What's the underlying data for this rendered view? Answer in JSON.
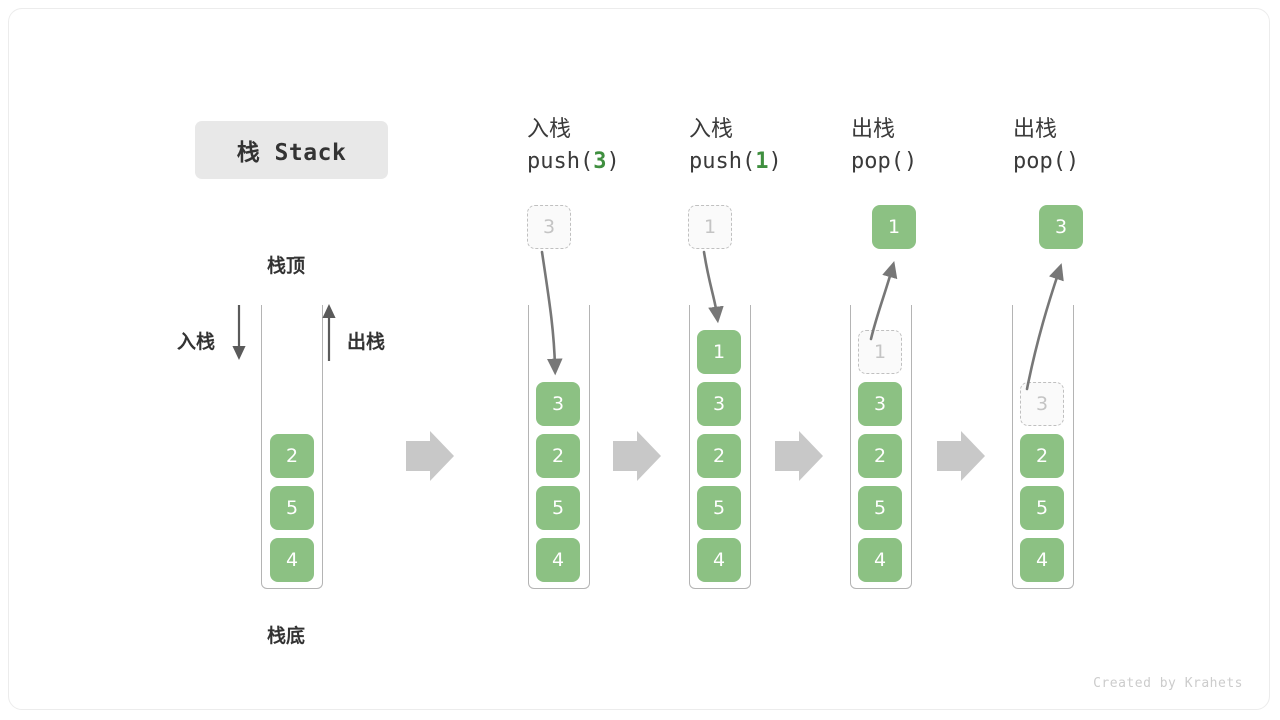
{
  "title_badge": "栈 Stack",
  "credit": "Created by Krahets",
  "legend": {
    "top_label": "栈顶",
    "bottom_label": "栈底",
    "push_label": "入栈",
    "pop_label": "出栈"
  },
  "colors": {
    "element_green": "#8cc183",
    "element_text": "#ffffff",
    "ghost_fill": "#fafafa",
    "ghost_border": "#c0c0c0",
    "ghost_text": "#c4c4c4",
    "container_border": "#b4b4b4",
    "step_arrow": "#c8c8c8",
    "curve_arrow": "#777777",
    "badge_bg": "#e8e8e8",
    "accent_arg": "#3f8f3f"
  },
  "columns": [
    {
      "id": "initial",
      "header_cjk": "",
      "header_code": "",
      "header_arg": "",
      "stack": [
        "2",
        "5",
        "4"
      ],
      "floating": null,
      "ghost_index": null
    },
    {
      "id": "push-3",
      "header_cjk": "入栈",
      "header_code_prefix": "push(",
      "header_arg": "3",
      "header_code_suffix": ")",
      "stack": [
        "3",
        "2",
        "5",
        "4"
      ],
      "floating": {
        "value": "3",
        "style": "ghost"
      },
      "direction": "down"
    },
    {
      "id": "push-1",
      "header_cjk": "入栈",
      "header_code_prefix": "push(",
      "header_arg": "1",
      "header_code_suffix": ")",
      "stack": [
        "1",
        "3",
        "2",
        "5",
        "4"
      ],
      "floating": {
        "value": "1",
        "style": "ghost"
      },
      "direction": "down"
    },
    {
      "id": "pop-1",
      "header_cjk": "出栈",
      "header_code_prefix": "pop(",
      "header_arg": "",
      "header_code_suffix": ")",
      "stack": [
        "1",
        "3",
        "2",
        "5",
        "4"
      ],
      "stack_ghost_index": 0,
      "floating": {
        "value": "1",
        "style": "solid"
      },
      "direction": "up"
    },
    {
      "id": "pop-2",
      "header_cjk": "出栈",
      "header_code_prefix": "pop(",
      "header_arg": "",
      "header_code_suffix": ")",
      "stack": [
        "3",
        "2",
        "5",
        "4"
      ],
      "stack_ghost_index": 0,
      "floating": {
        "value": "3",
        "style": "solid"
      },
      "direction": "up"
    }
  ],
  "cells": {
    "c0_0": "2",
    "c0_1": "5",
    "c0_2": "4",
    "c1_float": "3",
    "c1_0": "3",
    "c1_1": "2",
    "c1_2": "5",
    "c1_3": "4",
    "c2_float": "1",
    "c2_0": "1",
    "c2_1": "3",
    "c2_2": "2",
    "c2_3": "5",
    "c2_4": "4",
    "c3_float": "1",
    "c3_0": "1",
    "c3_1": "3",
    "c3_2": "2",
    "c3_3": "5",
    "c3_4": "4",
    "c4_float": "3",
    "c4_0": "3",
    "c4_1": "2",
    "c4_2": "5",
    "c4_3": "4"
  },
  "headers": {
    "h1_cjk": "入栈",
    "h1_pre": "push(",
    "h1_arg": "3",
    "h1_post": ")",
    "h2_cjk": "入栈",
    "h2_pre": "push(",
    "h2_arg": "1",
    "h2_post": ")",
    "h3_cjk": "出栈",
    "h3_pre": "pop(",
    "h3_arg": "",
    "h3_post": ")",
    "h4_cjk": "出栈",
    "h4_pre": "pop(",
    "h4_arg": "",
    "h4_post": ")"
  }
}
